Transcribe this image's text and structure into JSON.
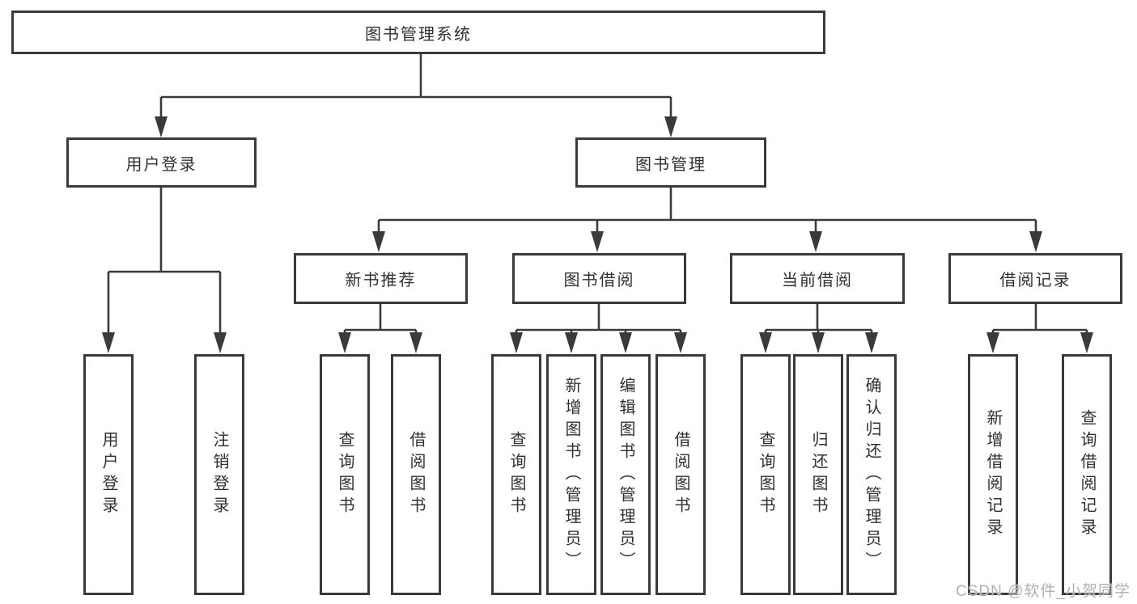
{
  "tree": {
    "label": "图书管理系统",
    "children": [
      {
        "label": "用户登录",
        "children": [
          {
            "label": "用户登录"
          },
          {
            "label": "注销登录"
          }
        ]
      },
      {
        "label": "图书管理",
        "children": [
          {
            "label": "新书推荐",
            "children": [
              {
                "label": "查询图书"
              },
              {
                "label": "借阅图书"
              }
            ]
          },
          {
            "label": "图书借阅",
            "children": [
              {
                "label": "查询图书"
              },
              {
                "label": "新增图书（管理员）"
              },
              {
                "label": "编辑图书（管理员）"
              },
              {
                "label": "借阅图书"
              }
            ]
          },
          {
            "label": "当前借阅",
            "children": [
              {
                "label": "查询图书"
              },
              {
                "label": "归还图书"
              },
              {
                "label": "确认归还（管理员）"
              }
            ]
          },
          {
            "label": "借阅记录",
            "children": [
              {
                "label": "新增借阅记录"
              },
              {
                "label": "查询借阅记录"
              }
            ]
          }
        ]
      }
    ]
  },
  "watermark": "CSDN @软件_小贺同学",
  "colors": {
    "line": "#3a3a3a",
    "text": "#303030",
    "watermark": "#b0b0b0",
    "background": "#ffffff"
  }
}
